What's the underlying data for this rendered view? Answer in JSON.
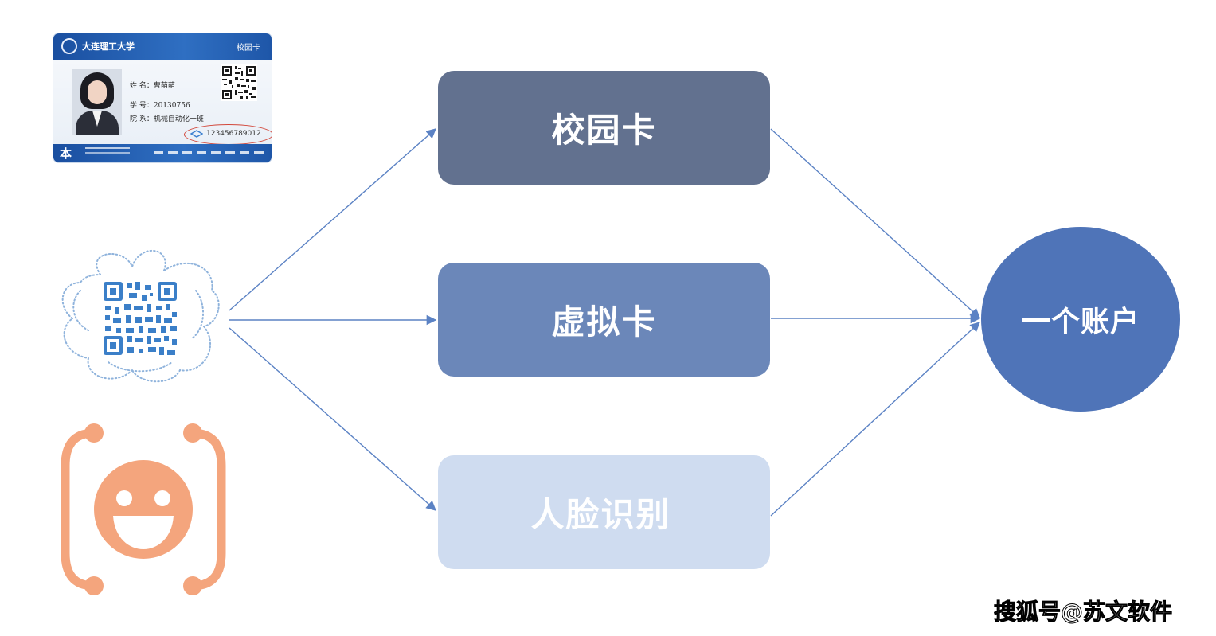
{
  "id_card": {
    "school_name": "大连理工大学",
    "brand": "校园卡",
    "name_line": "姓  名：曹萌萌",
    "id_line": "学  号：20130756",
    "dept_line": "院  系：机械自动化一班",
    "card_number": "123456789012",
    "bottom_mark": "本"
  },
  "nodes": {
    "campus_card": "校园卡",
    "virtual_card": "虚拟卡",
    "face_recognition": "人脸识别",
    "account": "一个账户"
  },
  "watermark": "搜狐号@苏文软件",
  "colors": {
    "campus_box": "#62718f",
    "virtual_box": "#6b87b9",
    "face_box": "#cfdcf0",
    "account_circle": "#4f74b8",
    "arrow": "#5b82c4",
    "face_icon": "#f4a57d",
    "qr_blue": "#3b7fc8"
  },
  "icons": {
    "qr": "qr-code-icon",
    "face": "face-scan-icon"
  }
}
